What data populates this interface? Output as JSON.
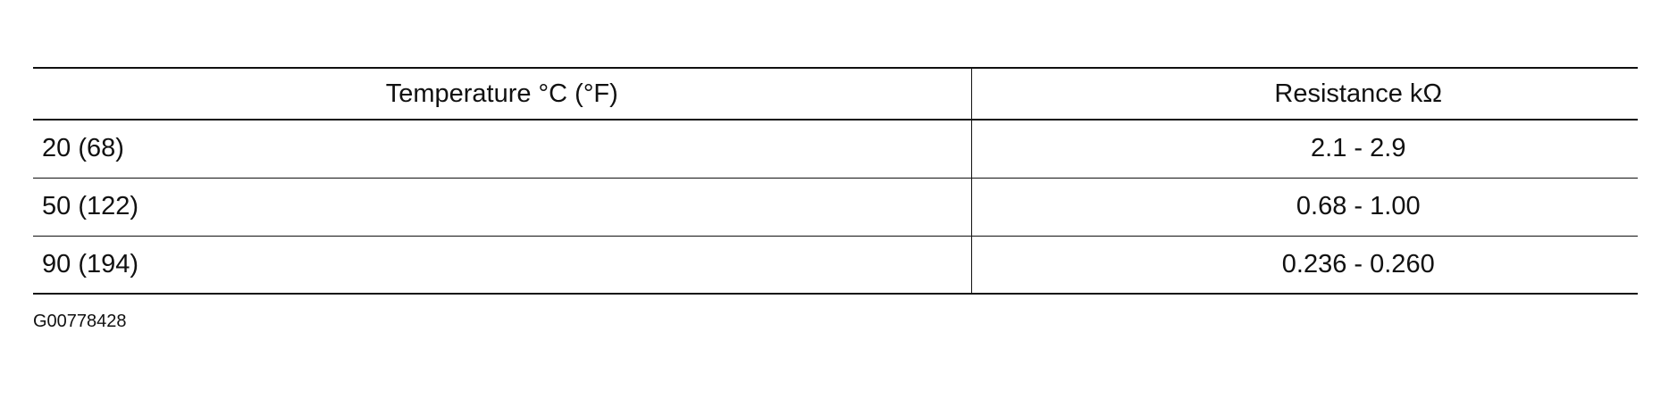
{
  "table": {
    "headers": [
      "Temperature °C (°F)",
      "Resistance kΩ"
    ],
    "rows": [
      [
        "20 (68)",
        "2.1 - 2.9"
      ],
      [
        "50 (122)",
        "0.68 - 1.00"
      ],
      [
        "90 (194)",
        "0.236 - 0.260"
      ]
    ]
  },
  "figure_id": "G00778428"
}
